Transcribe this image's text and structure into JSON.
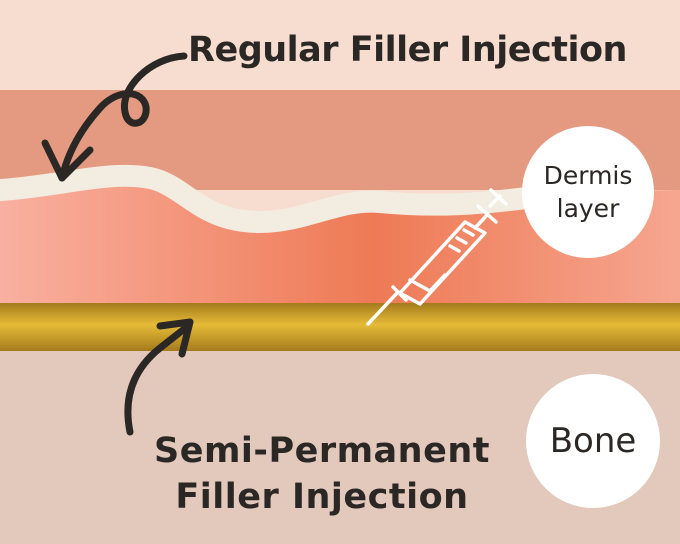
{
  "title_regular": "Regular Filler Injection",
  "title_semi_line1": "Semi-Permanent",
  "title_semi_line2": "Filler Injection",
  "dermis_line1": "Dermis",
  "dermis_line2": "layer",
  "bone_label": "Bone",
  "colors": {
    "top_skin": "#f6ddd0",
    "upper_dermis": "#e39a80",
    "dermis_light": "#f6aa98",
    "dermis_deep": "#ee7a55",
    "filler_line": "#f3ece0",
    "bone_band_light": "#e5bb38",
    "bone_band_dark": "#a57b1c",
    "bone": "#e3c8bc",
    "text": "#2b2725",
    "circle": "#ffffff"
  },
  "icons": [
    "arrow-curved-left",
    "arrow-curved-up",
    "syringe"
  ]
}
